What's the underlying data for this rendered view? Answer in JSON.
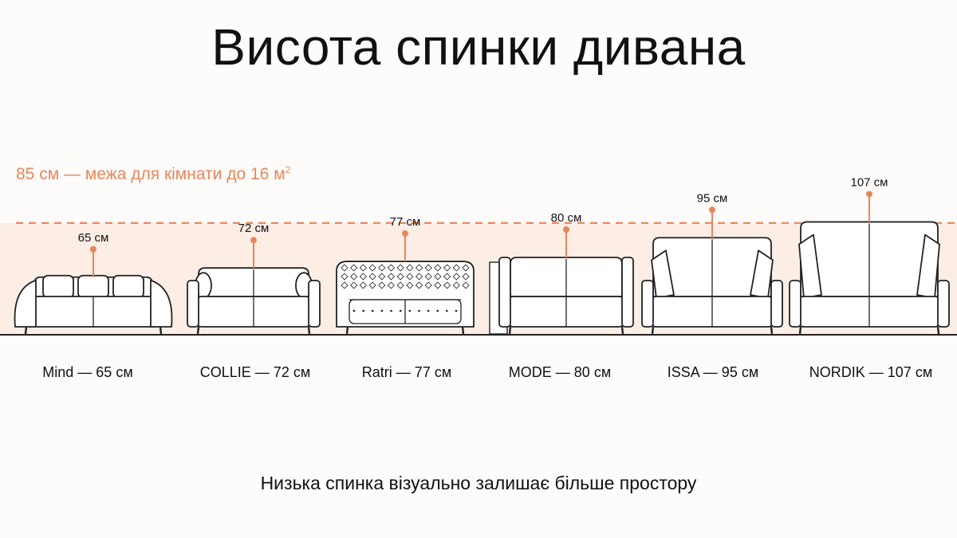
{
  "title": "Висота спинки дивана",
  "limit": {
    "value": 85,
    "text": "85 см — межа для кімнати до 16 м",
    "sup": "2"
  },
  "colors": {
    "accent": "#e8865a",
    "band": "#fdebe0",
    "line": "#222222"
  },
  "sofas": [
    {
      "name": "Mind",
      "height": 65,
      "height_label": "65 см",
      "label": "Mind — 65 см"
    },
    {
      "name": "COLLIE",
      "height": 72,
      "height_label": "72 см",
      "label": "COLLIE — 72 см"
    },
    {
      "name": "Ratri",
      "height": 77,
      "height_label": "77 см",
      "label": "Ratri — 77 см"
    },
    {
      "name": "MODE",
      "height": 80,
      "height_label": "80 см",
      "label": "MODE — 80 см"
    },
    {
      "name": "ISSA",
      "height": 95,
      "height_label": "95 см",
      "label": "ISSA — 95 см"
    },
    {
      "name": "NORDIK",
      "height": 107,
      "height_label": "107 см",
      "label": "NORDIK — 107 см"
    }
  ],
  "footer": "Низька спинка візуально залишає більше простору"
}
